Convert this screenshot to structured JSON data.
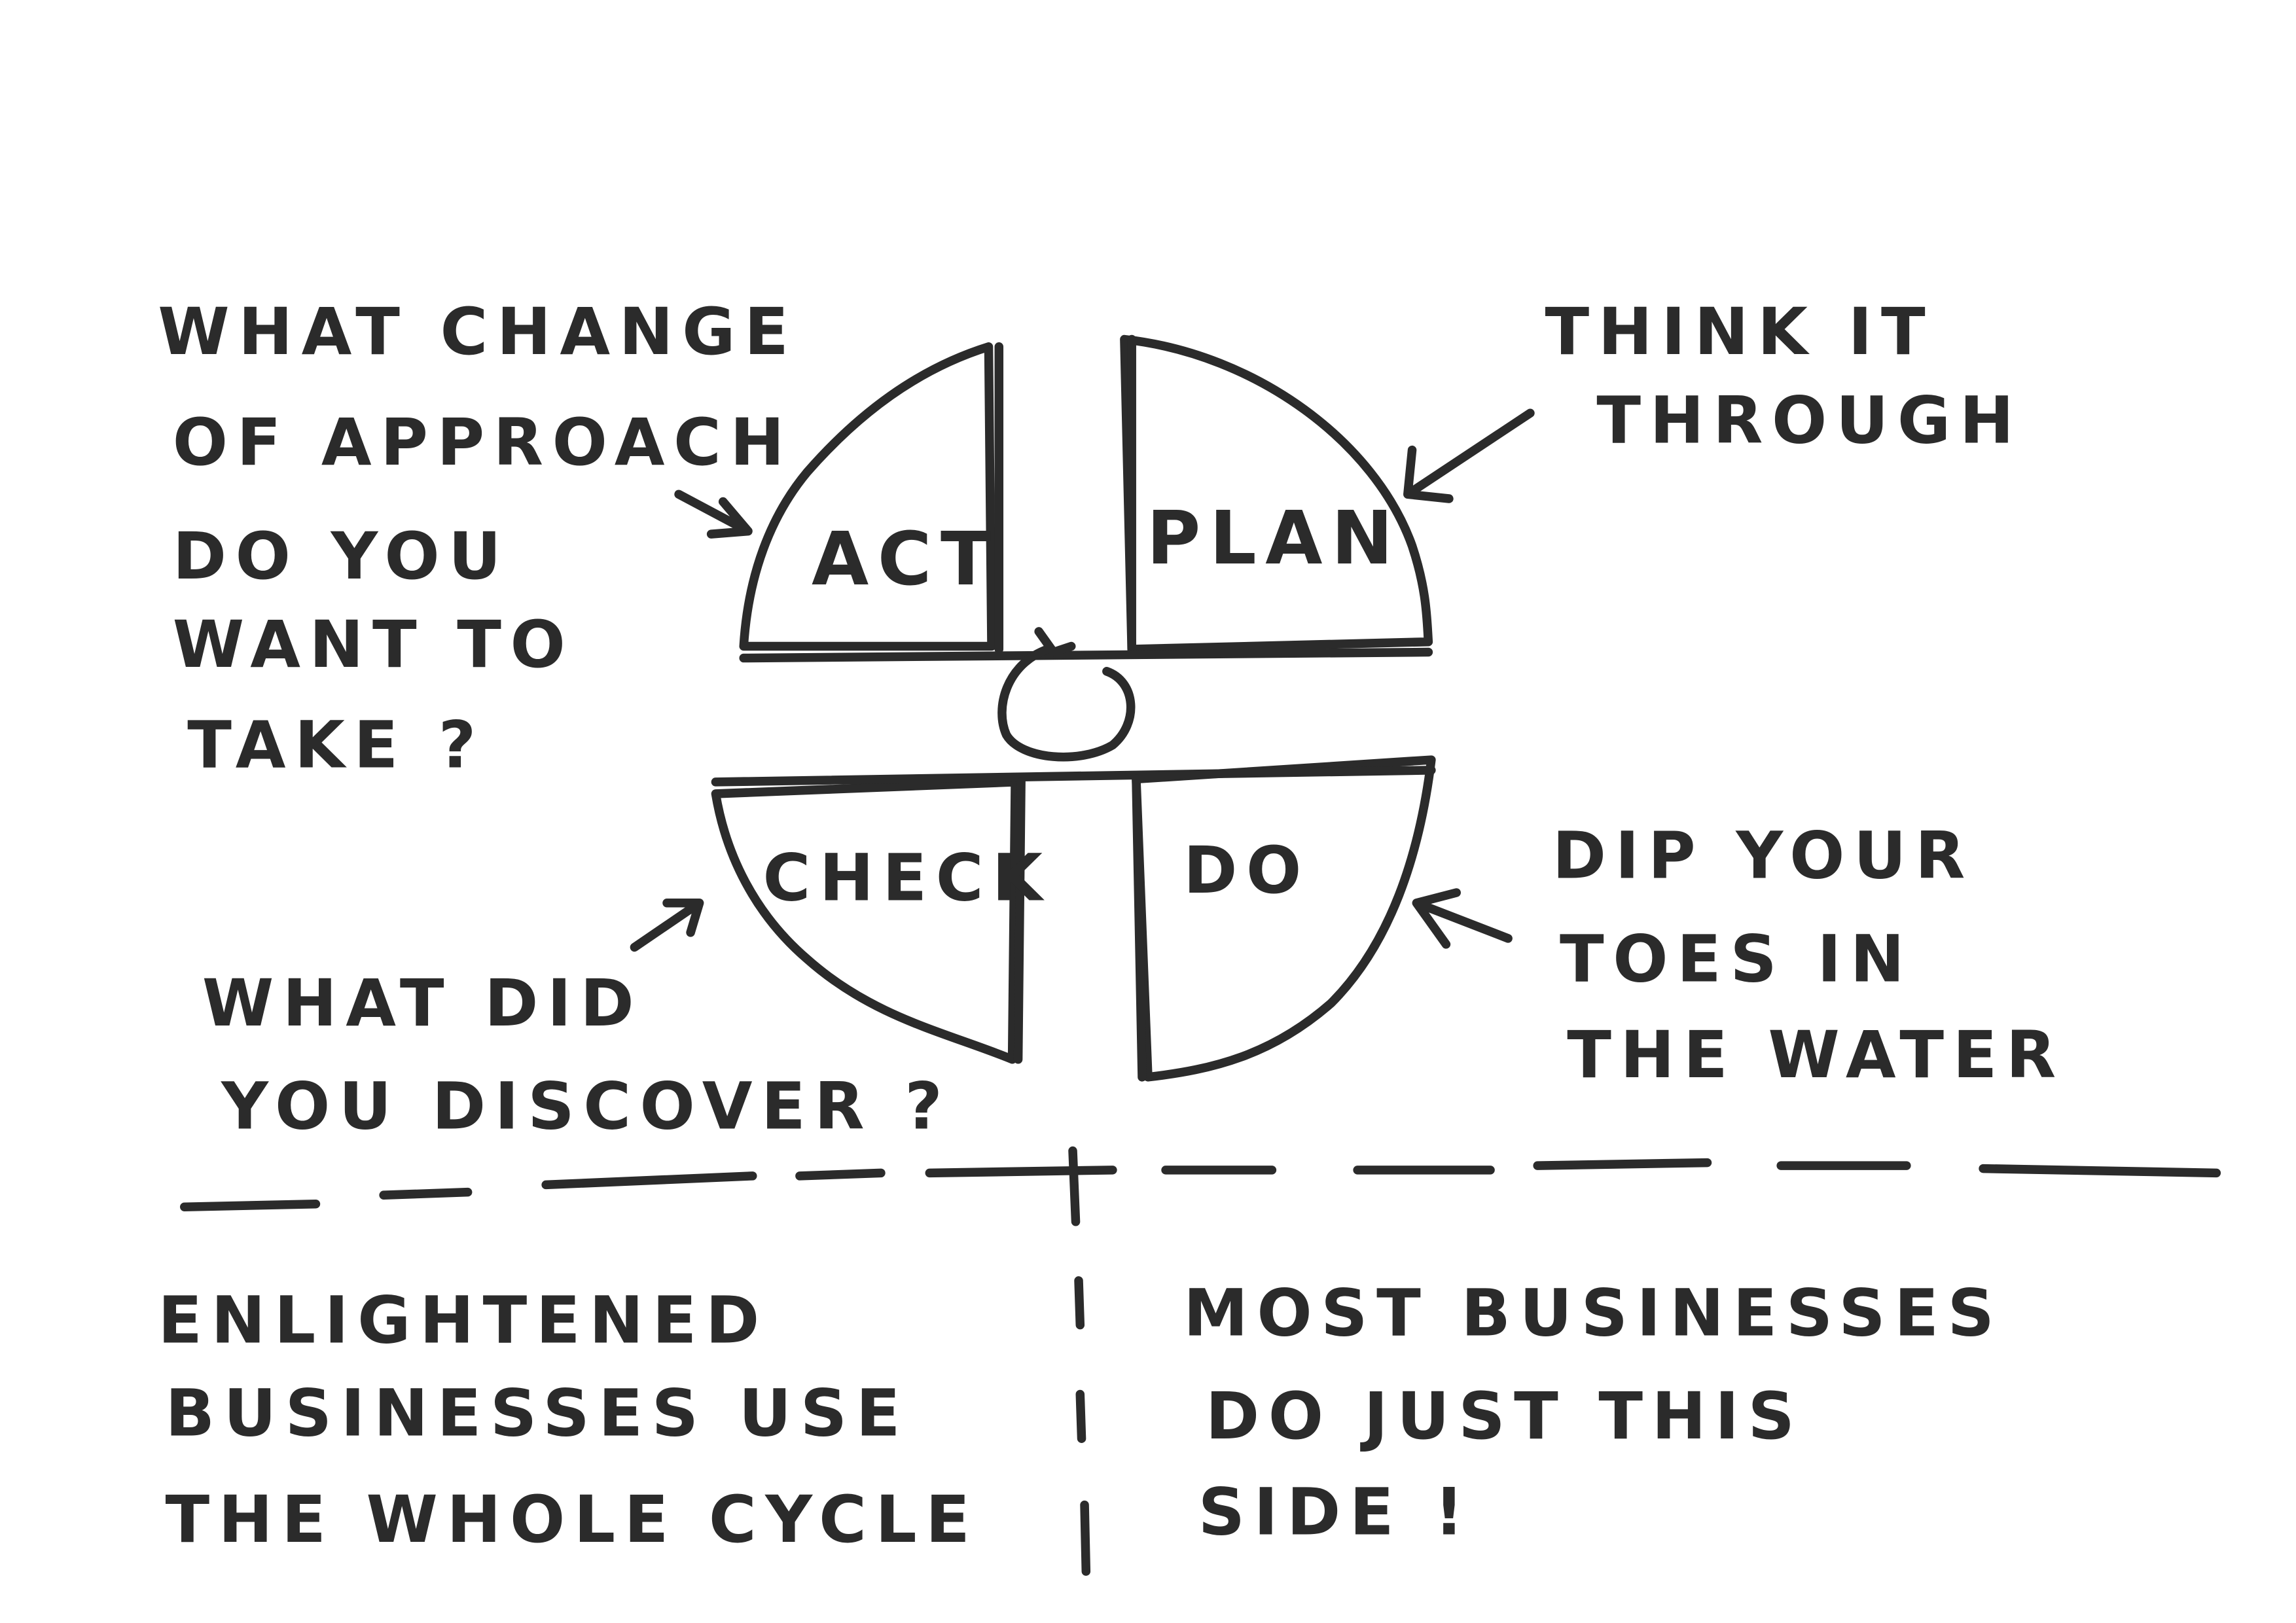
{
  "quadrants": {
    "act": "ACT",
    "plan": "PLAN",
    "check": "CHECK",
    "do": "DO"
  },
  "annotations": {
    "act": [
      "WHAT CHANGE",
      "OF APPROACH",
      "DO YOU",
      "WANT TO",
      "TAKE ?"
    ],
    "plan": [
      "THINK IT",
      "THROUGH"
    ],
    "check": [
      "WHAT DID",
      "YOU DISCOVER ?"
    ],
    "do": [
      "DIP YOUR",
      "TOES IN",
      "THE WATER"
    ]
  },
  "bottom": {
    "left": [
      "ENLIGHTENED",
      "BUSINESSES USE",
      "THE WHOLE CYCLE"
    ],
    "right": [
      "MOST BUSINESSES",
      "DO JUST THIS",
      "SIDE !"
    ]
  },
  "colors": {
    "ink": "#2b2b2b",
    "paper": "#ffffff"
  }
}
